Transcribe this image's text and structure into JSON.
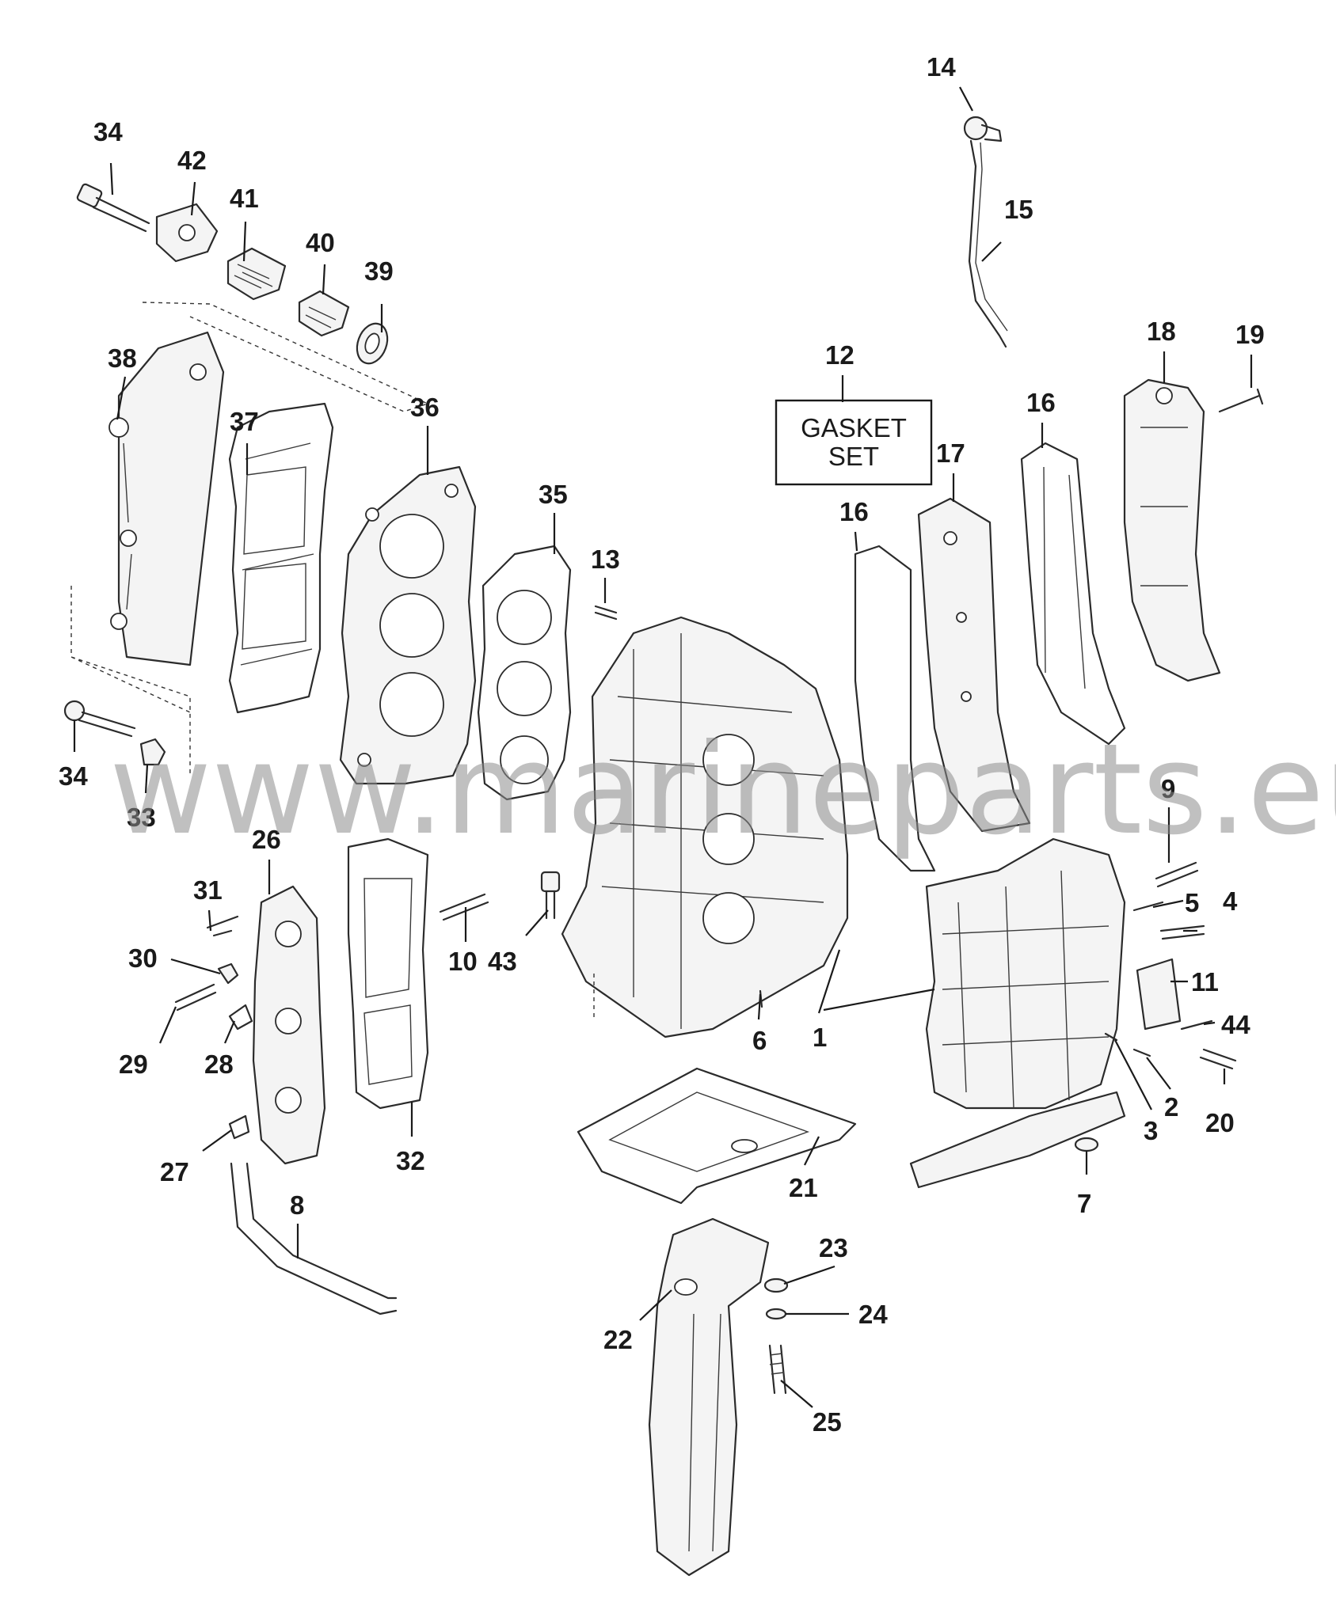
{
  "watermark": "www.marineparts.eu",
  "gasket_box": {
    "line1": "GASKET",
    "line2": "SET"
  },
  "callouts": {
    "c1": "1",
    "c2": "2",
    "c3": "3",
    "c4": "4",
    "c5": "5",
    "c6": "6",
    "c7": "7",
    "c8": "8",
    "c9": "9",
    "c10": "10",
    "c11": "11",
    "c12": "12",
    "c13": "13",
    "c14": "14",
    "c15": "15",
    "c16a": "16",
    "c16b": "16",
    "c17": "17",
    "c18": "18",
    "c19": "19",
    "c20": "20",
    "c21": "21",
    "c22": "22",
    "c23": "23",
    "c24": "24",
    "c25": "25",
    "c26": "26",
    "c27": "27",
    "c28": "28",
    "c29": "29",
    "c30": "30",
    "c31": "31",
    "c32": "32",
    "c33": "33",
    "c34a": "34",
    "c34b": "34",
    "c35": "35",
    "c36": "36",
    "c37": "37",
    "c38": "38",
    "c39": "39",
    "c40": "40",
    "c41": "41",
    "c42": "42",
    "c43": "43",
    "c44": "44"
  }
}
